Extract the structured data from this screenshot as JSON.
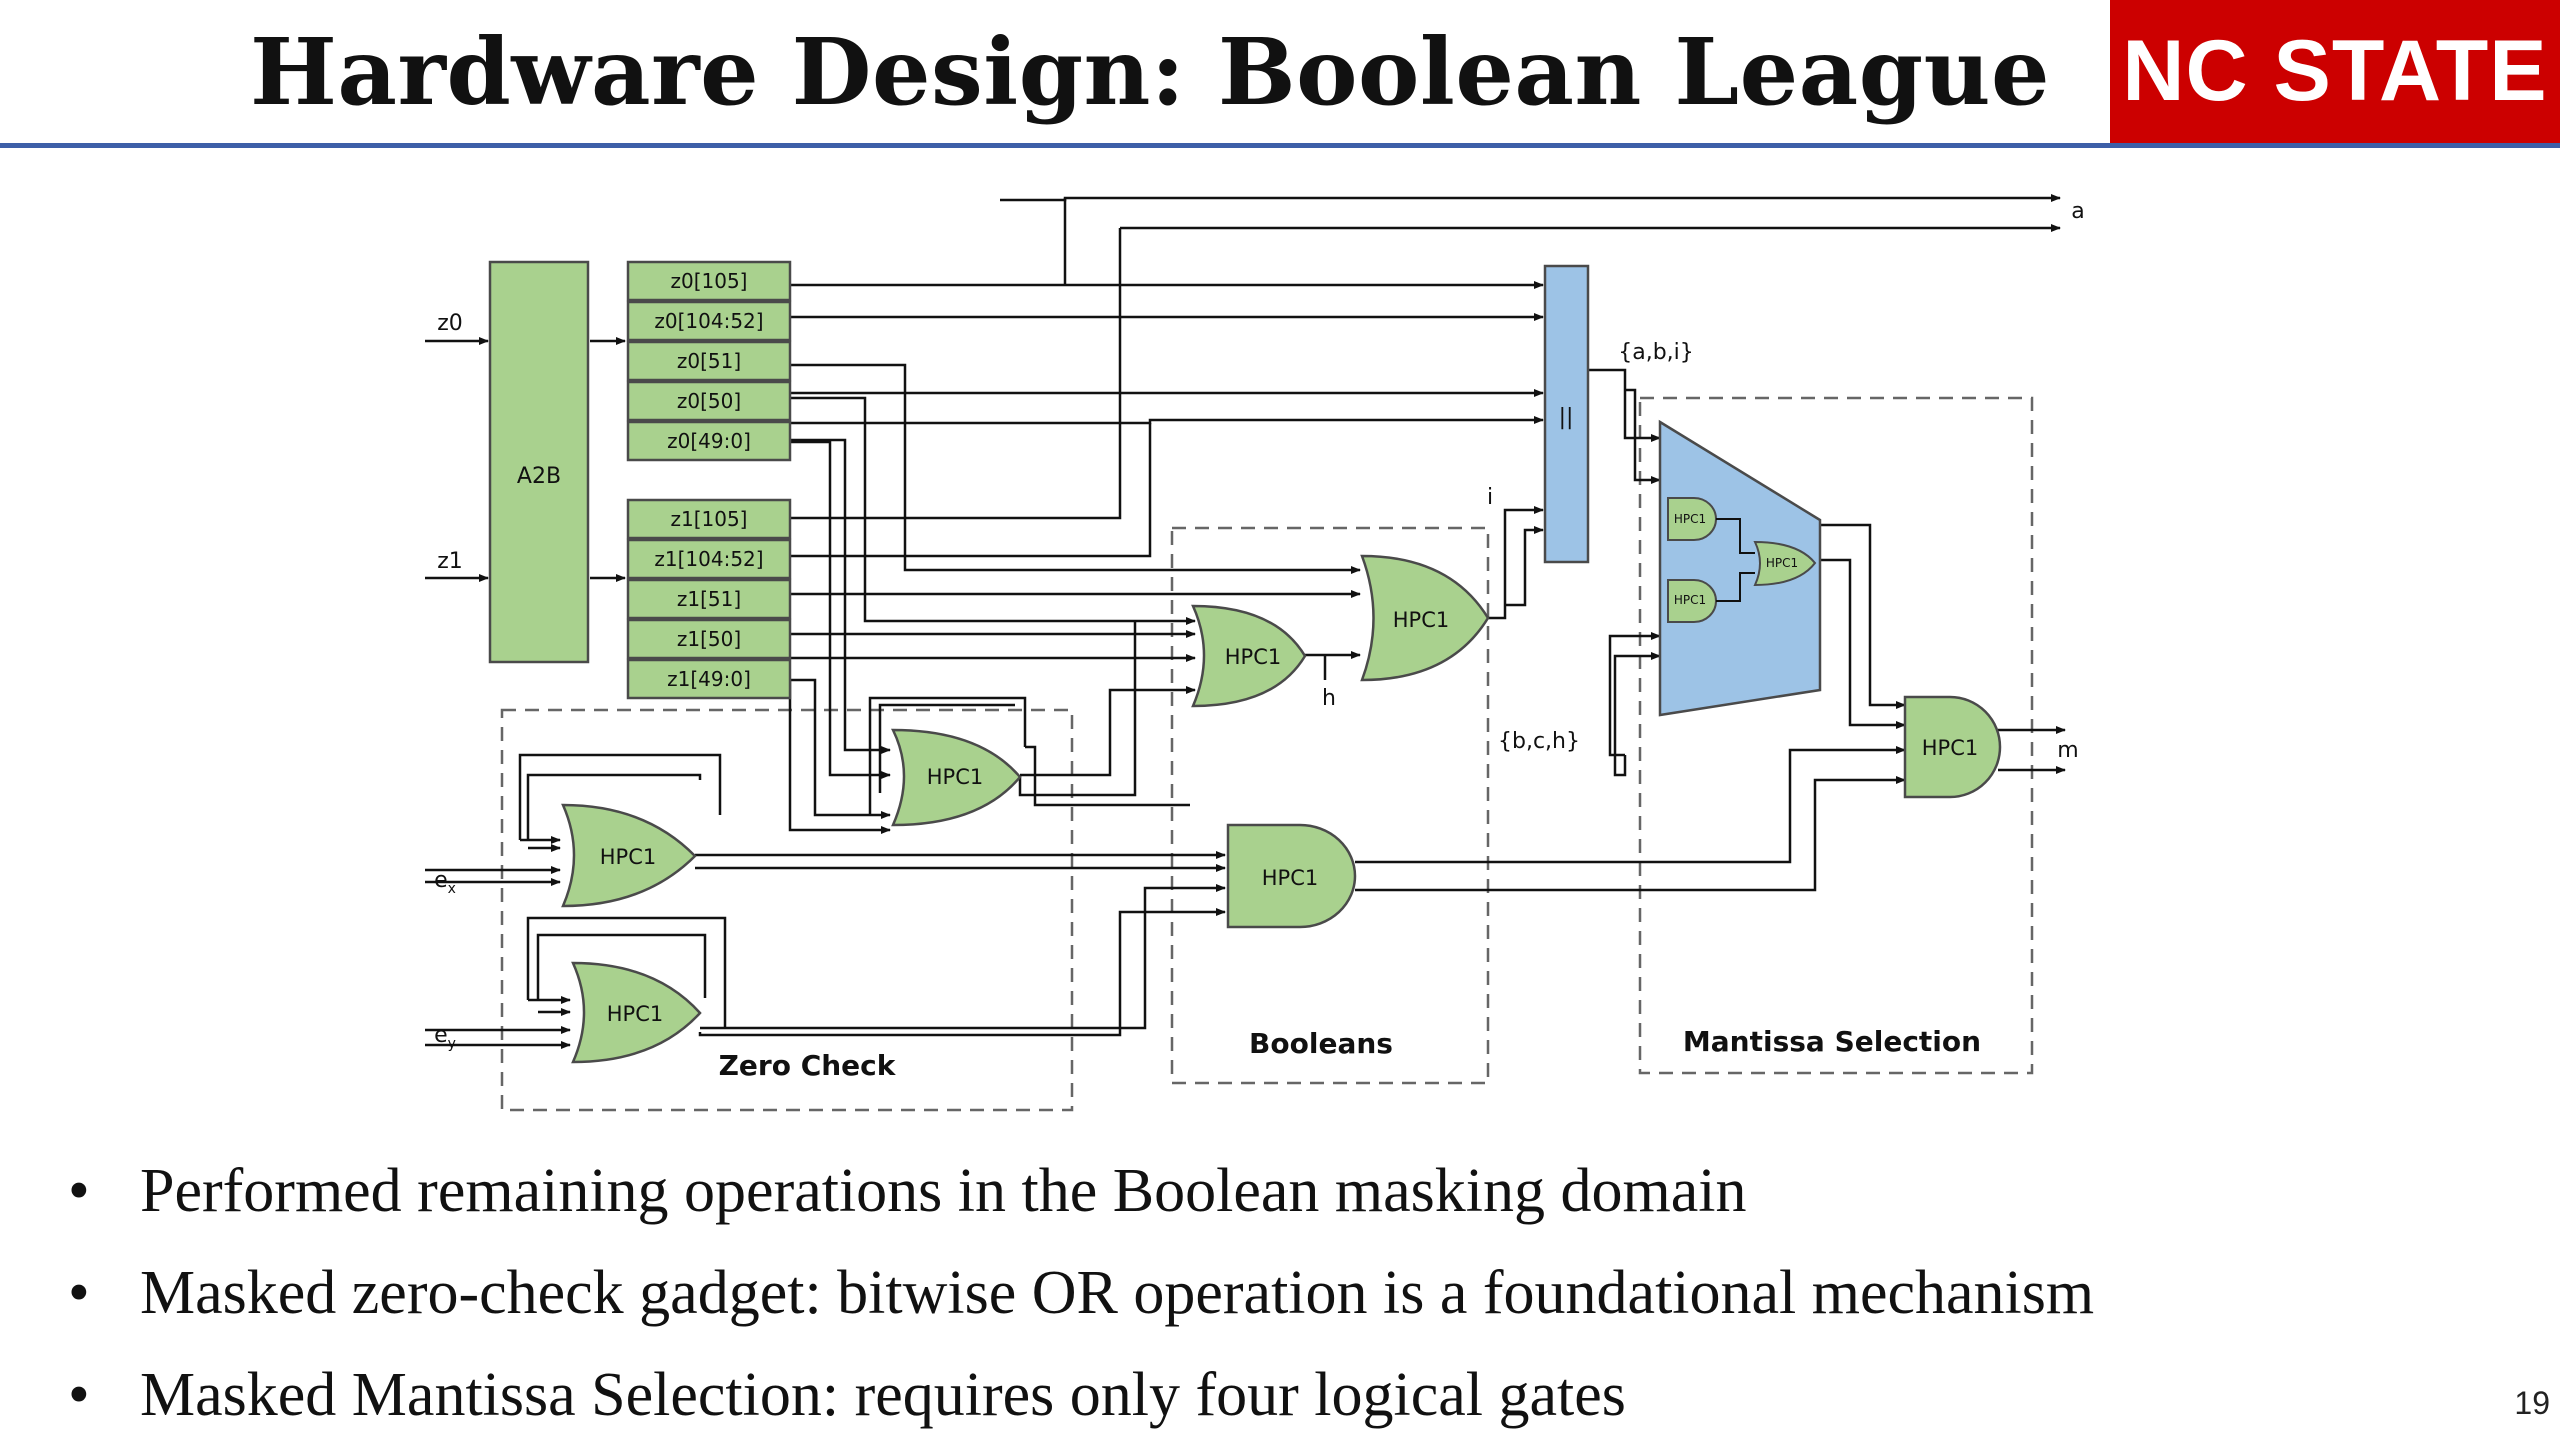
{
  "slide": {
    "title": "Hardware Design: Boolean League",
    "brand": "NC STATE",
    "page_number": "19"
  },
  "diagram": {
    "inputs": {
      "z0": "z0",
      "z1": "z1",
      "ex": "e",
      "ex_sub": "x",
      "ey": "e",
      "ey_sub": "y"
    },
    "a2b_label": "A2B",
    "z0_registers": [
      "z0[105]",
      "z0[104:52]",
      "z0[51]",
      "z0[50]",
      "z0[49:0]"
    ],
    "z1_registers": [
      "z1[105]",
      "z1[104:52]",
      "z1[51]",
      "z1[50]",
      "z1[49:0]"
    ],
    "concat_label": "||",
    "gate_label": "HPC1",
    "signals": {
      "a": "a",
      "abi": "{a,b,i}",
      "bch": "{b,c,h}",
      "h": "h",
      "i": "i",
      "m": "m"
    },
    "regions": {
      "zero_check": "Zero Check",
      "booleans": "Booleans",
      "mantissa": "Mantissa Selection"
    }
  },
  "bullets": [
    "Performed remaining operations in the Boolean masking domain",
    "Masked zero-check gadget: bitwise OR operation is a foundational mechanism",
    "Masked Mantissa Selection: requires only four logical gates"
  ],
  "colors": {
    "brand": "#cc0000",
    "rule": "#3d5fa8",
    "gate_fill": "#a9d18e",
    "mux_fill": "#9dc3e6"
  }
}
